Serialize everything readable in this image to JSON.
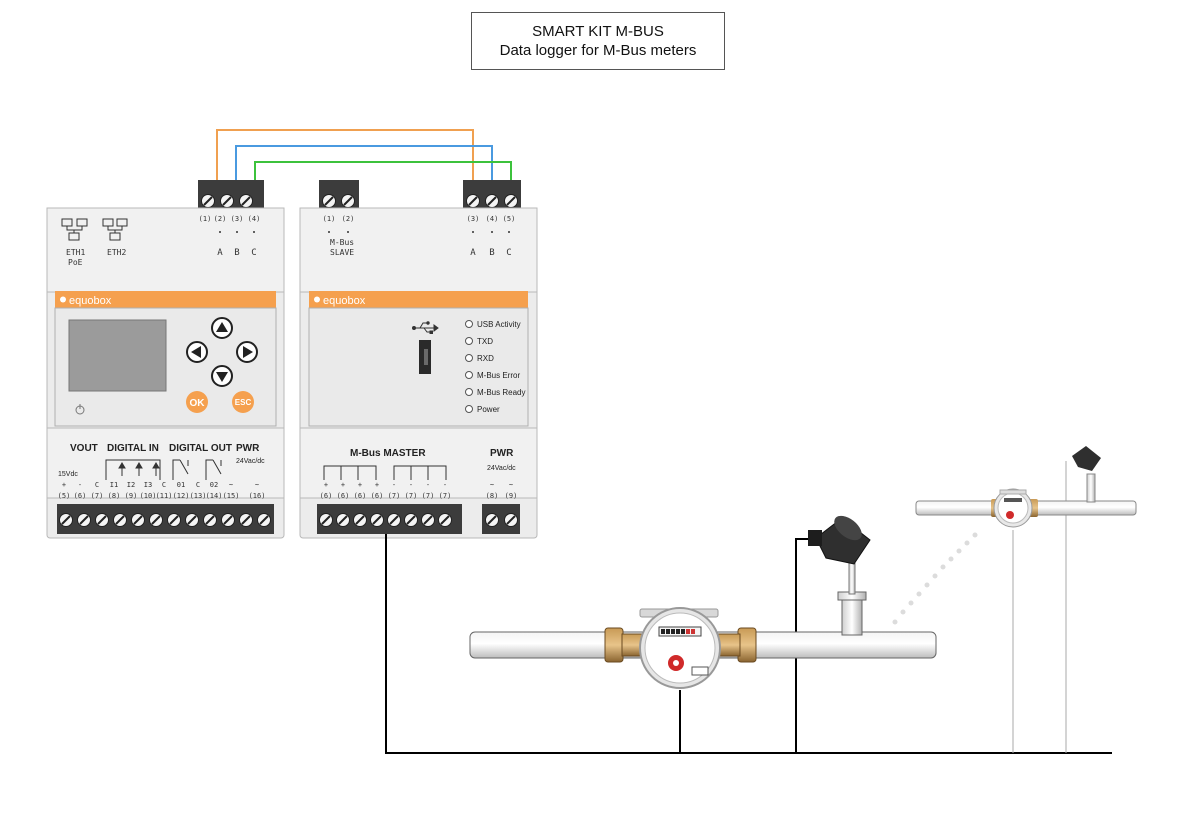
{
  "title": {
    "line1": "SMART KIT M-BUS",
    "line2": "Data logger for M-Bus meters"
  },
  "left_device": {
    "brand": "equobox",
    "top_terminals": [
      "(1)",
      "(2)",
      "(3)",
      "(4)"
    ],
    "top_labels": [
      "A",
      "B",
      "C"
    ],
    "eth1_label": "ETH1",
    "poe_label": "PoE",
    "eth2_label": "ETH2",
    "ok_label": "OK",
    "esc_label": "ESC",
    "bottom_groups": [
      "VOUT",
      "DIGITAL IN",
      "DIGITAL OUT",
      "PWR"
    ],
    "vout_voltage": "15Vdc",
    "pwr_voltage": "24Vac/dc",
    "bottom_signals": [
      "+",
      "-",
      "C",
      "I1",
      "I2",
      "I3",
      "C",
      "01",
      "C",
      "02",
      "~",
      "~"
    ],
    "bottom_terminals": [
      "(5)",
      "(6)",
      "(7)",
      "(8)",
      "(9)",
      "(10)",
      "(11)",
      "(12)",
      "(13)",
      "(14)",
      "(15)",
      "(16)"
    ]
  },
  "right_device": {
    "brand": "equobox",
    "slave_terminals": [
      "(1)",
      "(2)"
    ],
    "slave_label_1": "M-Bus",
    "slave_label_2": "SLAVE",
    "top_terminals": [
      "(3)",
      "(4)",
      "(5)"
    ],
    "top_labels": [
      "A",
      "B",
      "C"
    ],
    "leds": [
      "USB Activity",
      "TXD",
      "RXD",
      "M-Bus Error",
      "M-Bus Ready",
      "Power"
    ],
    "master_label": "M-Bus MASTER",
    "pwr_label": "PWR",
    "pwr_voltage": "24Vac/dc",
    "master_signals": [
      "+",
      "+",
      "+",
      "+",
      "-",
      "-",
      "-",
      "-"
    ],
    "master_terminals": [
      "(6)",
      "(6)",
      "(6)",
      "(6)",
      "(7)",
      "(7)",
      "(7)",
      "(7)"
    ],
    "pwr_signals": [
      "~",
      "~"
    ],
    "pwr_terminals": [
      "(8)",
      "(9)"
    ]
  },
  "colors": {
    "orange_accent": "#f5a04e",
    "wire_orange": "#f0a050",
    "wire_blue": "#4a9ae0",
    "wire_green": "#3cc23c",
    "device_body": "#ececec",
    "terminal_dark": "#3c3c3c"
  }
}
